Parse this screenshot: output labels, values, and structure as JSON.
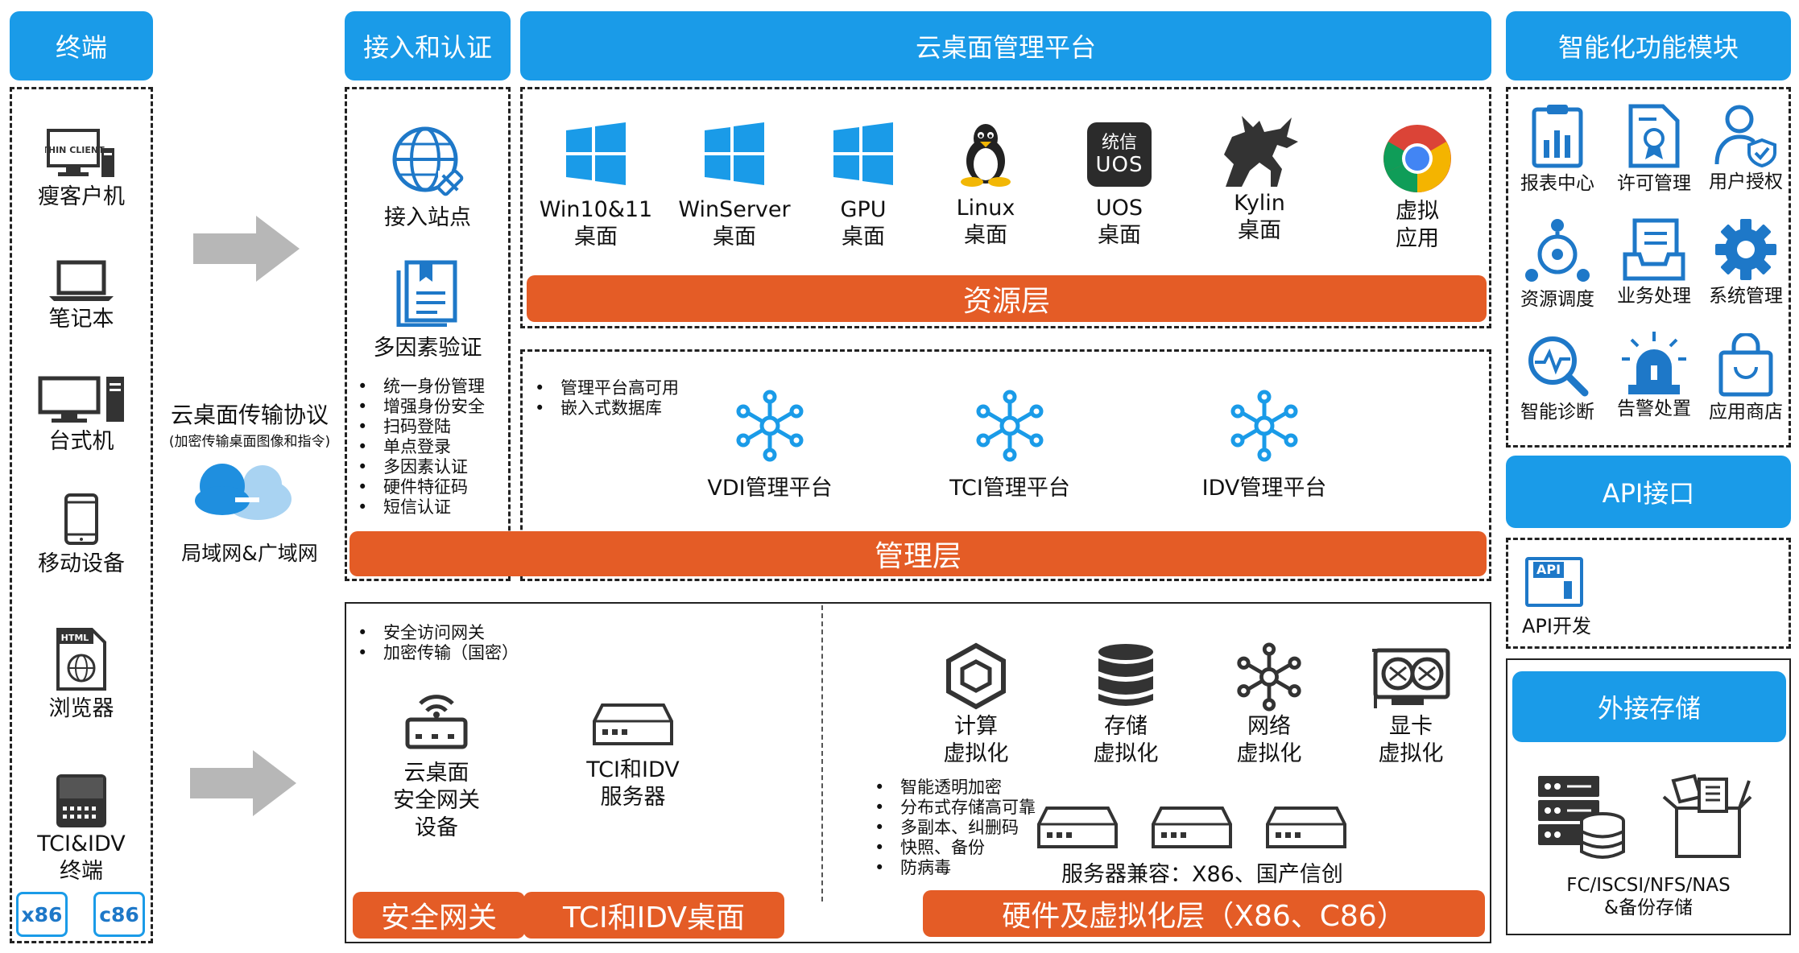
{
  "headers": {
    "terminal": "终端",
    "access": "接入和认证",
    "platform": "云桌面管理平台",
    "smart": "智能化功能模块",
    "api": "API接口",
    "storage": "外接存储"
  },
  "terminals": [
    "瘦客户机",
    "笔记本",
    "台式机",
    "移动设备",
    "浏览器",
    "TCI&IDV\n终端"
  ],
  "thin_client_text": "THIN CLIENT",
  "browser_text": "HTML",
  "arch_badges": [
    "x86",
    "c86"
  ],
  "protocol": {
    "title": "云桌面传输协议",
    "subtitle": "(加密传输桌面图像和指令)",
    "network": "局域网&广域网"
  },
  "access": {
    "site": "接入站点",
    "mfa": "多因素验证",
    "features": [
      "统一身份管理",
      "增强身份安全",
      "扫码登陆",
      "单点登录",
      "多因素认证",
      "硬件特征码",
      "短信认证"
    ]
  },
  "resources": [
    {
      "line1": "Win10&11",
      "line2": "桌面",
      "icon": "windows-icon"
    },
    {
      "line1": "WinServer",
      "line2": "桌面",
      "icon": "windows-icon"
    },
    {
      "line1": "GPU",
      "line2": "桌面",
      "icon": "windows-icon"
    },
    {
      "line1": "Linux",
      "line2": "桌面",
      "icon": "linux-icon"
    },
    {
      "line1": "UOS",
      "line2": "桌面",
      "icon": "uos-icon"
    },
    {
      "line1": "Kylin",
      "line2": "桌面",
      "icon": "kylin-icon"
    },
    {
      "line1": "虚拟",
      "line2": "应用",
      "icon": "chrome-icon"
    }
  ],
  "uos_logo": {
    "line1": "统信",
    "line2": "UOS"
  },
  "resource_layer": "资源层",
  "management": {
    "features": [
      "管理平台高可用",
      "嵌入式数据库"
    ],
    "platforms": [
      "VDI管理平台",
      "TCI管理平台",
      "IDV管理平台"
    ]
  },
  "management_layer": "管理层",
  "gateway": {
    "features": [
      "安全访问网关",
      "加密传输（国密）"
    ],
    "device": "云桌面\n安全网关\n设备",
    "server": "TCI和IDV\n服务器",
    "layer": "安全网关",
    "tci_layer": "TCI和IDV桌面"
  },
  "hardware": {
    "virt": [
      {
        "line1": "计算",
        "line2": "虚拟化",
        "icon": "compute-icon"
      },
      {
        "line1": "存储",
        "line2": "虚拟化",
        "icon": "storage-icon"
      },
      {
        "line1": "网络",
        "line2": "虚拟化",
        "icon": "network-icon"
      },
      {
        "line1": "显卡",
        "line2": "虚拟化",
        "icon": "gpu-icon"
      }
    ],
    "features": [
      "智能透明加密",
      "分布式存储高可靠",
      "多副本、纠删码",
      "快照、备份",
      "防病毒"
    ],
    "compat": "服务器兼容：X86、国产信创",
    "layer": "硬件及虚拟化层（X86、C86）"
  },
  "smart_modules": [
    "报表中心",
    "许可管理",
    "用户授权",
    "资源调度",
    "业务处理",
    "系统管理",
    "智能诊断",
    "告警处置",
    "应用商店"
  ],
  "api": {
    "item": "API开发",
    "badge": "API"
  },
  "storage": {
    "line1": "FC/ISCSI/NFS/NAS",
    "line2": "&备份存储"
  },
  "colors": {
    "blue": "#1a9be8",
    "orange": "#e45c26",
    "icon_blue": "#1e78c8"
  }
}
